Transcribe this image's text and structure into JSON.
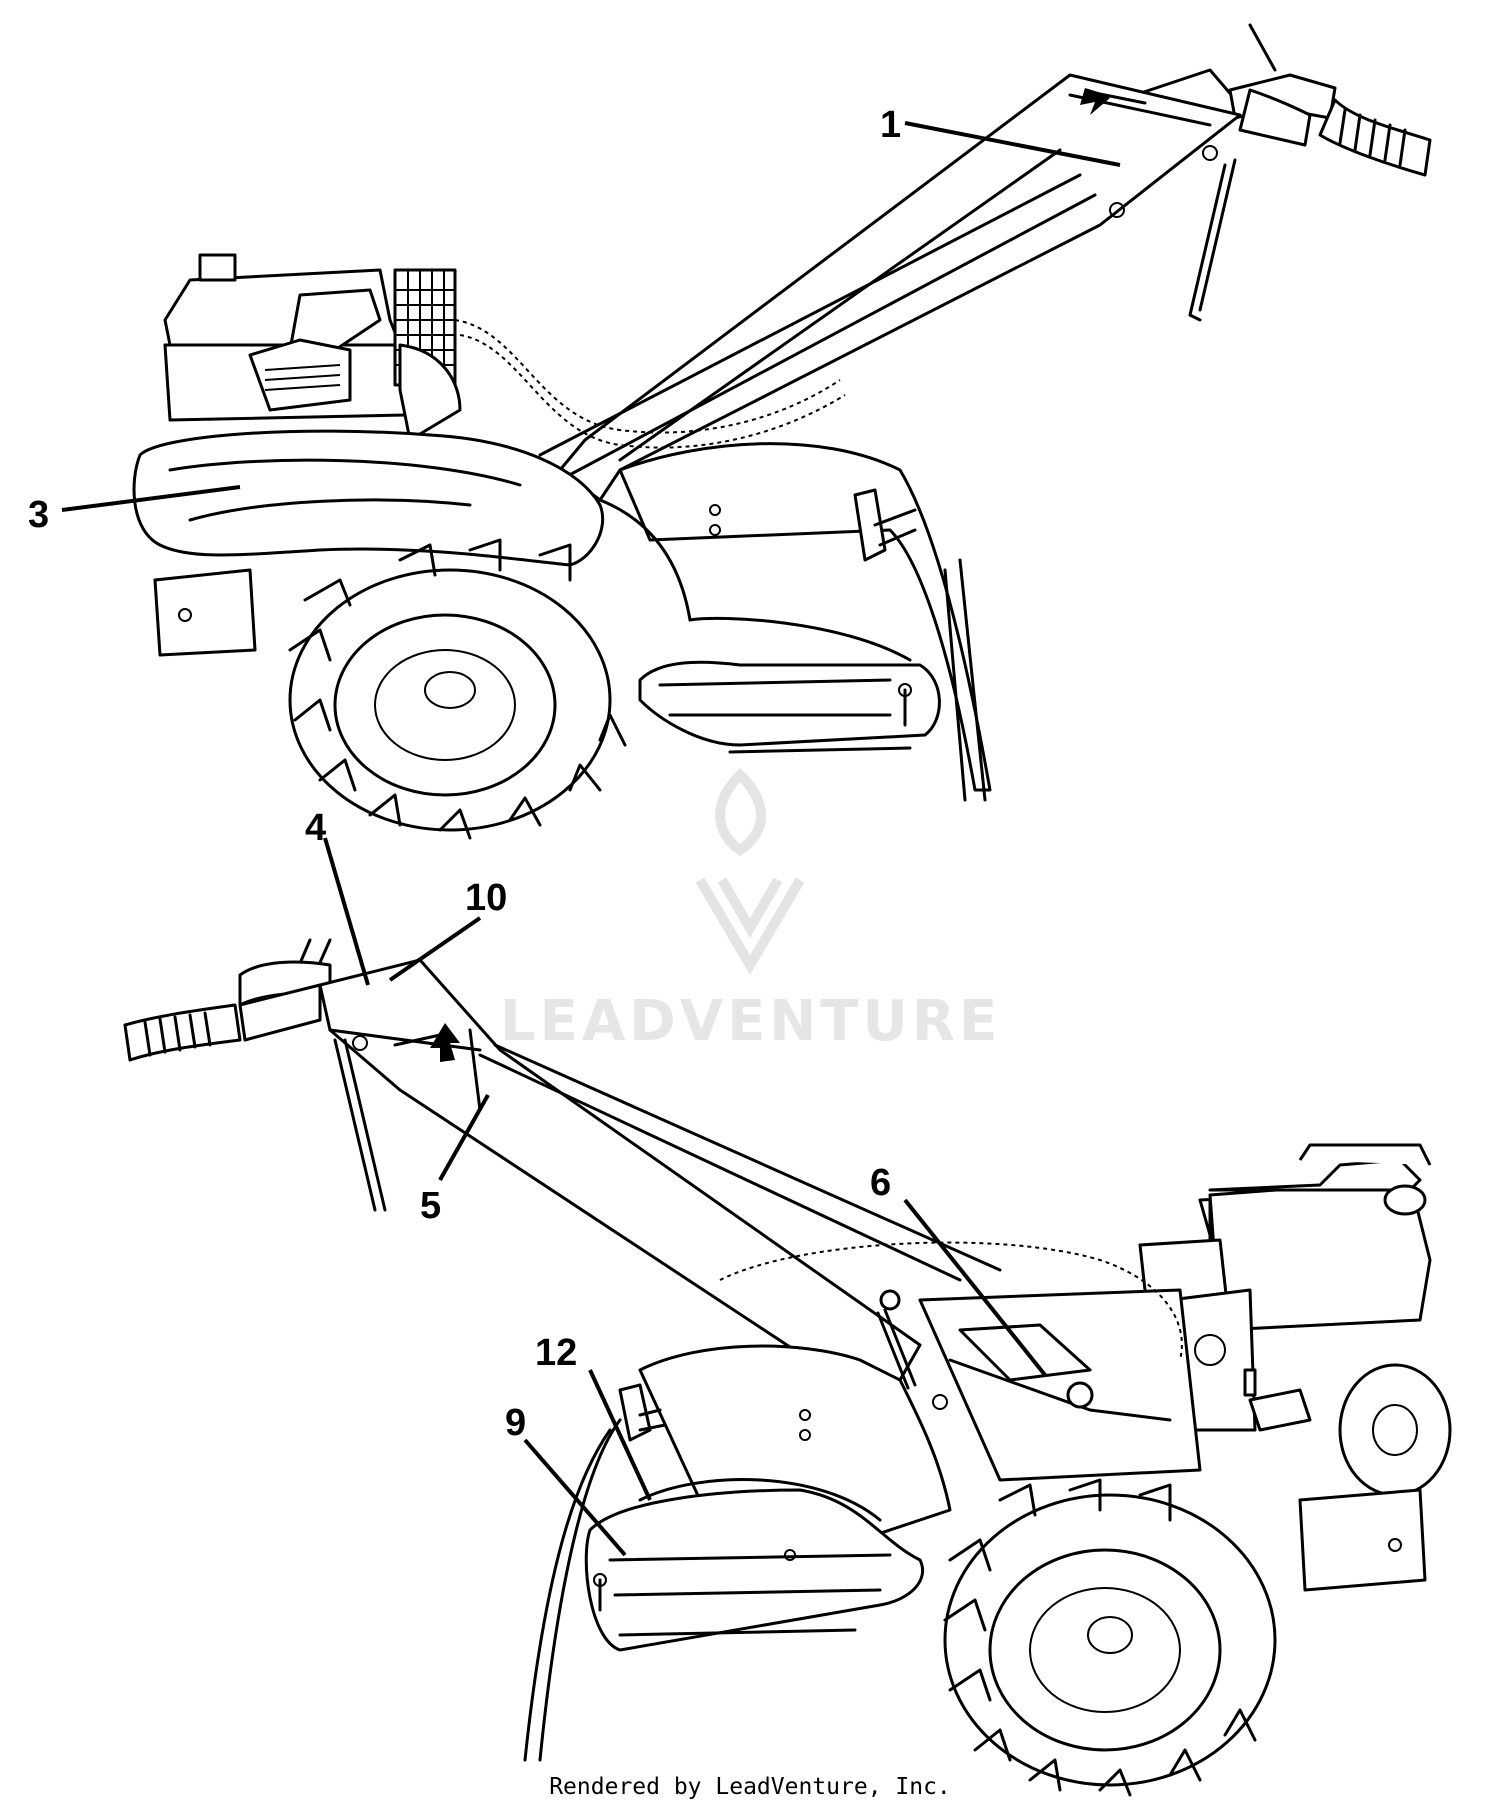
{
  "callouts": [
    {
      "id": "1",
      "label": "1"
    },
    {
      "id": "3",
      "label": "3"
    },
    {
      "id": "4",
      "label": "4"
    },
    {
      "id": "10",
      "label": "10"
    },
    {
      "id": "5",
      "label": "5"
    },
    {
      "id": "6",
      "label": "6"
    },
    {
      "id": "12",
      "label": "12"
    },
    {
      "id": "9",
      "label": "9"
    }
  ],
  "watermark": {
    "text": "LEADVENTURE",
    "logo_icon": "flame-v-logo-icon"
  },
  "footer": {
    "text": "Rendered by LeadVenture, Inc."
  }
}
